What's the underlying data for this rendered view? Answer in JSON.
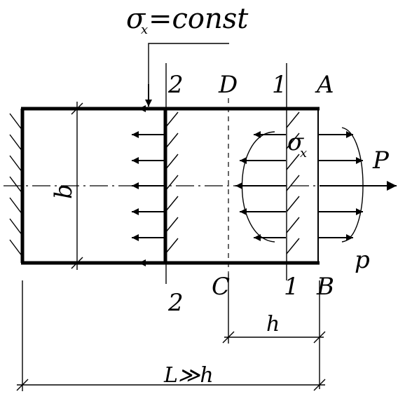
{
  "labels": {
    "sigma_symbol": "σ",
    "sigma_subscript": "x",
    "const_expr": "=const",
    "section_2": "2",
    "point_d": "D",
    "section_1": "1",
    "point_a": "A",
    "point_c": "C",
    "point_b": "B",
    "height_b": "b",
    "force_p_upper": "P",
    "force_p_lower": "p",
    "dim_h": "h",
    "dim_length": "L≫h"
  }
}
